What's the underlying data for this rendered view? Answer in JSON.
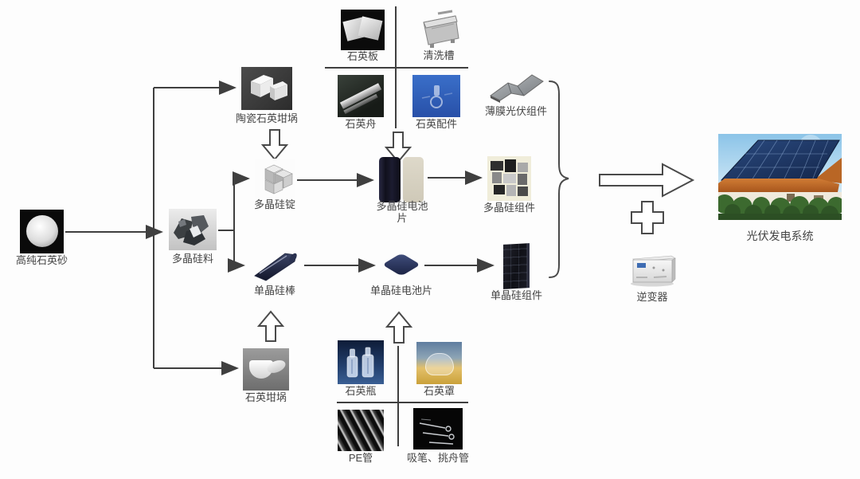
{
  "diagram": {
    "description": "Photovoltaic industry chain flow diagram from quartz sand to PV power generation system",
    "nodes": {
      "quartz_sand": {
        "label": "高纯石英砂"
      },
      "poly_material": {
        "label": "多晶硅料"
      },
      "ceramic_crucible": {
        "label": "陶瓷石英坩埚"
      },
      "quartz_plate": {
        "label": "石英板"
      },
      "cleaning_tank": {
        "label": "清洗槽"
      },
      "quartz_boat": {
        "label": "石英舟"
      },
      "quartz_fittings": {
        "label": "石英配件"
      },
      "thin_film_module": {
        "label": "薄膜光伏组件"
      },
      "poly_ingot": {
        "label": "多晶硅锭"
      },
      "poly_cell": {
        "label": "多晶硅电池片"
      },
      "poly_module": {
        "label": "多晶硅组件"
      },
      "mono_rod": {
        "label": "单晶硅棒"
      },
      "mono_cell": {
        "label": "单晶硅电池片"
      },
      "mono_module": {
        "label": "单晶硅组件"
      },
      "quartz_crucible": {
        "label": "石英坩埚"
      },
      "quartz_bottle": {
        "label": "石英瓶"
      },
      "quartz_cover": {
        "label": "石英罩"
      },
      "pe_tube": {
        "label": "PE管"
      },
      "suction_pen_tube": {
        "label": "吸笔、挑舟管"
      },
      "inverter": {
        "label": "逆变器"
      },
      "pv_system": {
        "label": "光伏发电系统"
      }
    },
    "groups": {
      "top_quartz_tooling": [
        "quartz_plate",
        "cleaning_tank",
        "quartz_boat",
        "quartz_fittings"
      ],
      "bottom_quartz_tooling": [
        "quartz_bottle",
        "quartz_cover",
        "pe_tube",
        "suction_pen_tube"
      ],
      "modules_braced": [
        "thin_film_module",
        "poly_module",
        "mono_module"
      ]
    },
    "edges": [
      {
        "from": "quartz_sand",
        "to": "poly_material"
      },
      {
        "from": "quartz_sand",
        "to": "ceramic_crucible"
      },
      {
        "from": "quartz_sand",
        "to": "quartz_crucible"
      },
      {
        "from": "poly_material",
        "to": "poly_ingot"
      },
      {
        "from": "poly_material",
        "to": "mono_rod"
      },
      {
        "from": "ceramic_crucible",
        "to": "poly_ingot",
        "style": "hollow-down-arrow"
      },
      {
        "from": "top_quartz_tooling",
        "to": "poly_cell",
        "style": "hollow-down-arrow"
      },
      {
        "from": "poly_ingot",
        "to": "poly_cell"
      },
      {
        "from": "poly_cell",
        "to": "poly_module"
      },
      {
        "from": "quartz_crucible",
        "to": "mono_rod",
        "style": "hollow-up-arrow"
      },
      {
        "from": "bottom_quartz_tooling",
        "to": "mono_cell",
        "style": "hollow-up-arrow"
      },
      {
        "from": "mono_rod",
        "to": "mono_cell"
      },
      {
        "from": "mono_cell",
        "to": "mono_module"
      },
      {
        "from": "modules_braced",
        "to": "pv_system",
        "style": "big-hollow-arrow"
      },
      {
        "from": "inverter",
        "to": "pv_system",
        "style": "plus-combine"
      }
    ],
    "colors": {
      "line": "#4a4a4a",
      "label_text": "#454545",
      "fittings_blue": "#2f63c1",
      "cell_navy": "#14141f",
      "cell_beige": "#d8d3c4",
      "roof_orange": "#c4702d",
      "sky_blue": "#9fcfec",
      "bush_green": "#3f6d33",
      "background": "#fdfdfd"
    }
  }
}
